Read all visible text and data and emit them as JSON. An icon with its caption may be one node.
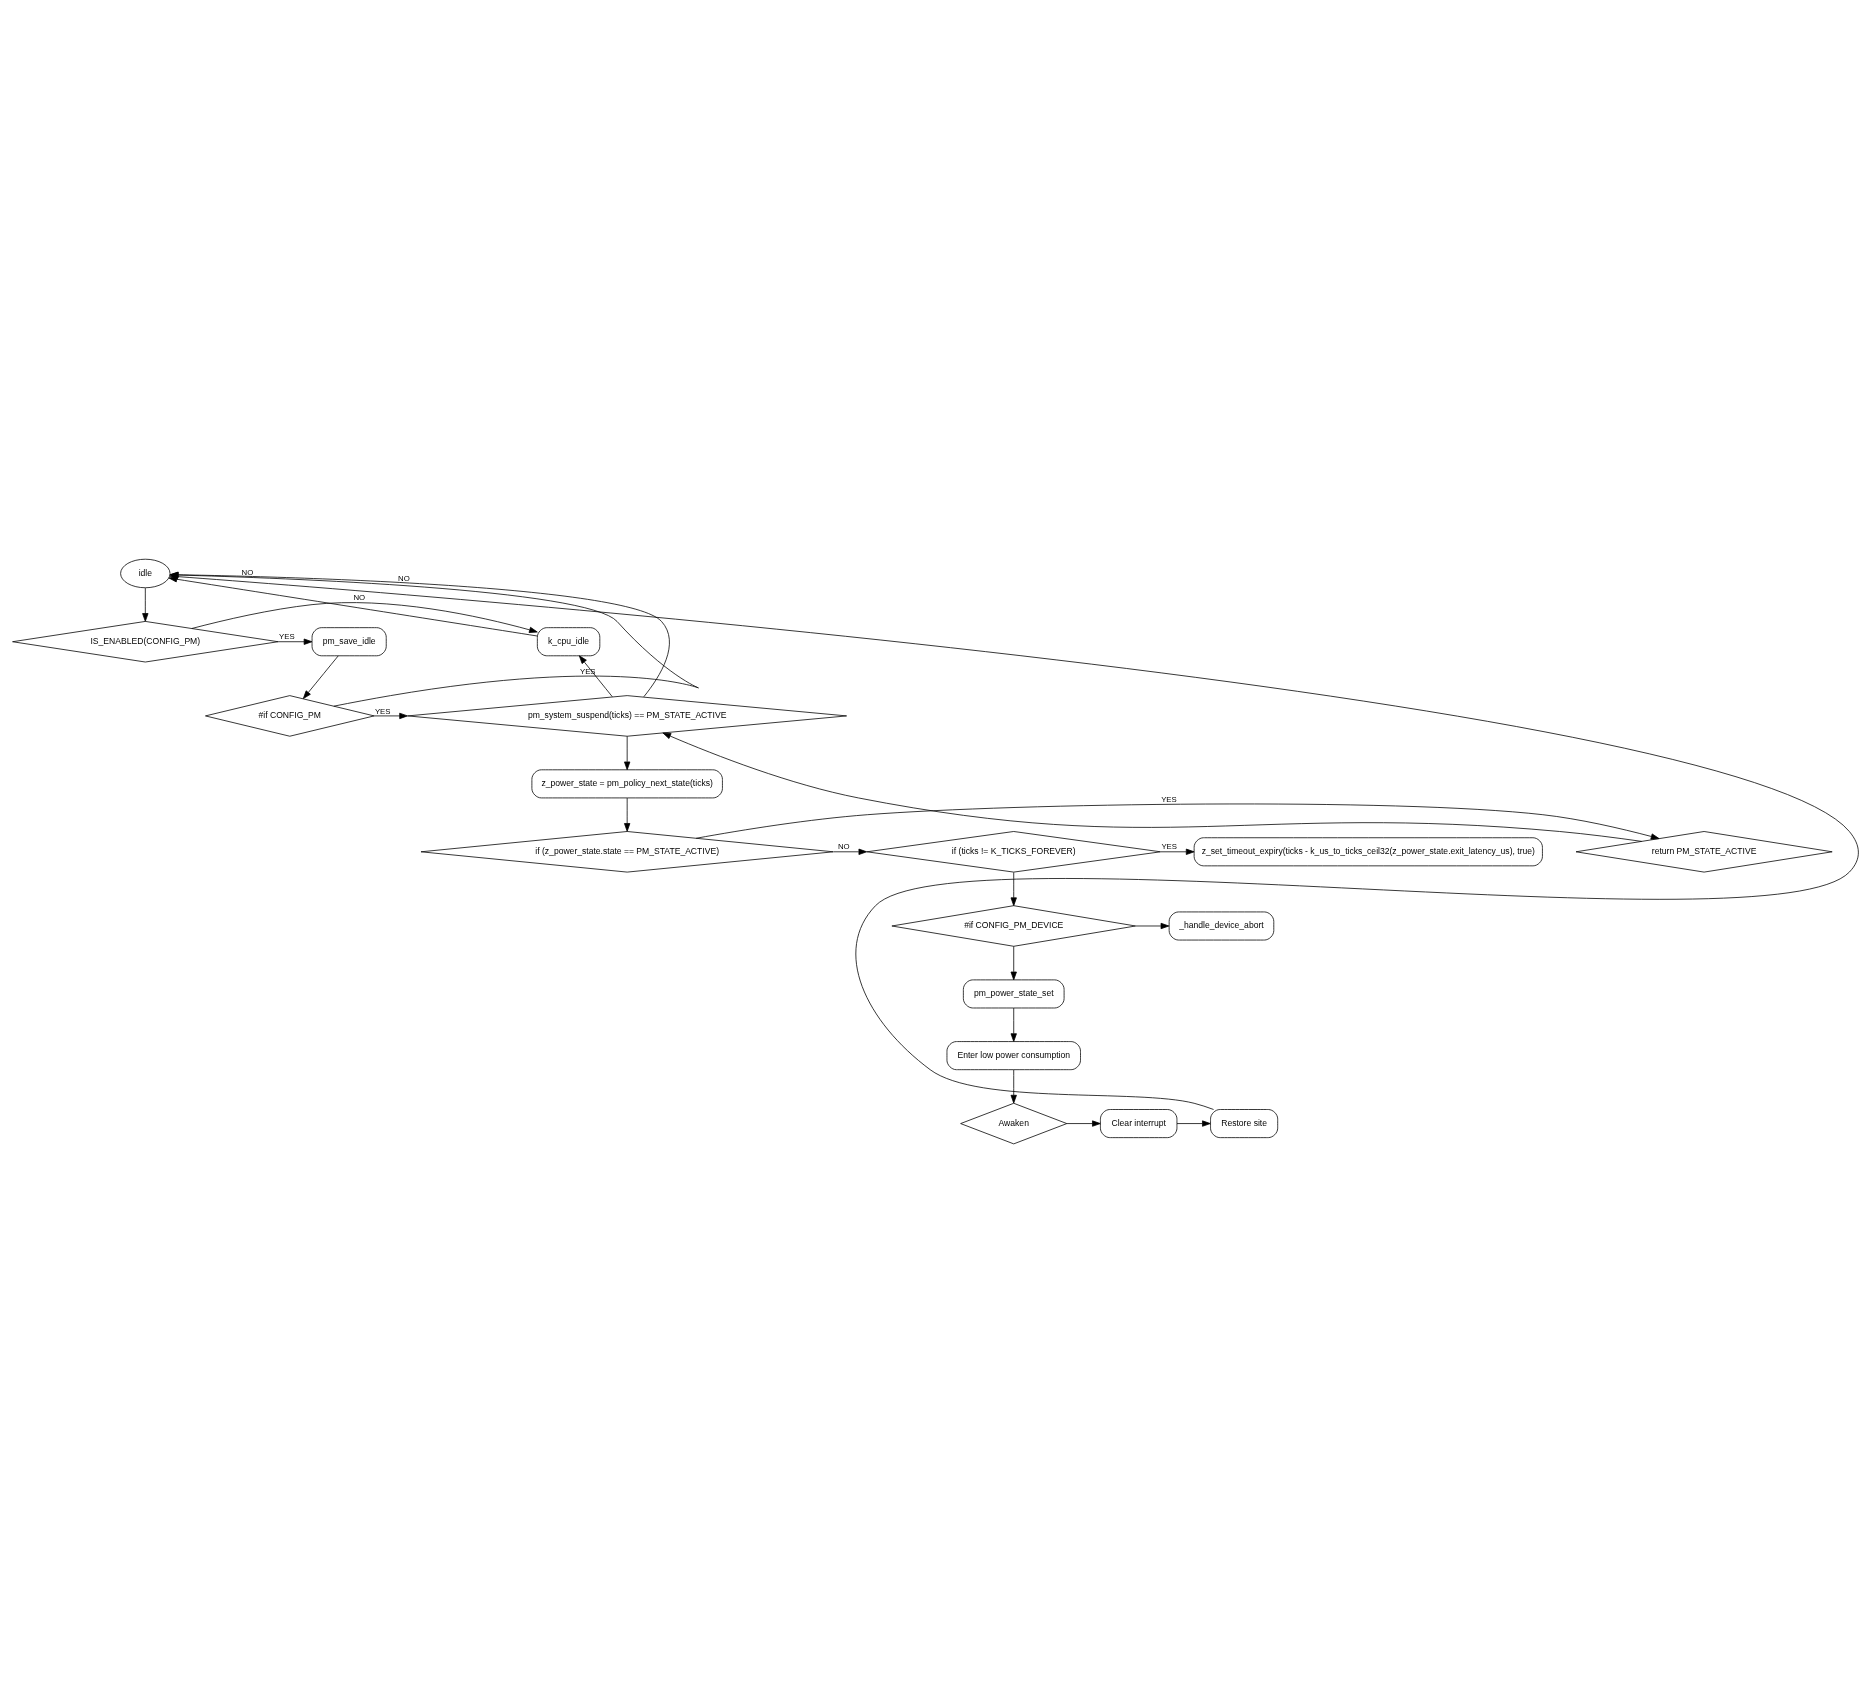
{
  "diagram": {
    "nodes": [
      {
        "text": [
          "idle"
        ]
      },
      {
        "text": [
          "IS_ENABLED(CONFIG_PM)"
        ]
      },
      {
        "text": [
          "pm_save_idle"
        ]
      },
      {
        "text": [
          "k_cpu_idle"
        ]
      },
      {
        "text": [
          "#if CONFIG_PM"
        ]
      },
      {
        "text": [
          "pm_system_suspend(ticks) == PM_STATE_ACTIVE"
        ]
      },
      {
        "text": [
          "z_power_state = pm_policy_next_state(ticks)"
        ]
      },
      {
        "text": [
          "return PM_STATE_ACTIVE"
        ]
      },
      {
        "text": [
          "if (z_power_state.state == PM_STATE_ACTIVE)"
        ]
      },
      {
        "text": [
          "if (ticks != K_TICKS_FOREVER)"
        ]
      },
      {
        "text": [
          "z_set_timeout_expiry(ticks - k_us_to_ticks_ceil32(z_power_state.exit_latency_us), true)"
        ]
      },
      {
        "text": [
          "#if CONFIG_PM_DEVICE"
        ]
      },
      {
        "text": [
          "_handle_device_abort"
        ]
      },
      {
        "text": [
          "pm_power_state_set"
        ]
      },
      {
        "text": [
          "Enter low power consumption"
        ]
      },
      {
        "text": [
          "Awaken"
        ]
      },
      {
        "text": [
          "Clear interrupt"
        ]
      },
      {
        "text": [
          "Restore site"
        ]
      }
    ],
    "edges": [
      {
        "from": 0,
        "to": 1,
        "arrow": "to"
      },
      {
        "from": 1,
        "to": 2,
        "arrow": "to",
        "label": "YES"
      },
      {
        "from": 1,
        "to": 3,
        "arrow": "to",
        "label": "NO"
      },
      {
        "from": 3,
        "to": 0,
        "arrow": "to"
      },
      {
        "from": 2,
        "to": 4,
        "arrow": "to"
      },
      {
        "from": 4,
        "to": 0,
        "arrow": "to",
        "label": "NO"
      },
      {
        "from": 4,
        "to": 5,
        "arrow": "to",
        "label": "YES"
      },
      {
        "from": 5,
        "to": 3,
        "arrow": "to",
        "label": "YES"
      },
      {
        "from": 5,
        "to": 0,
        "arrow": "to",
        "label": "NO"
      },
      {
        "from": 5,
        "to": 6,
        "arrow": "to"
      },
      {
        "from": 6,
        "to": 8,
        "arrow": "to"
      },
      {
        "from": 8,
        "to": 7,
        "arrow": "to",
        "label": "YES"
      },
      {
        "from": 7,
        "to": 5,
        "arrow": "to"
      },
      {
        "from": 8,
        "to": 9,
        "arrow": "to",
        "label": "NO"
      },
      {
        "from": 9,
        "to": 10,
        "arrow": "to",
        "label": "YES"
      },
      {
        "from": 9,
        "to": 11,
        "arrow": "to"
      },
      {
        "from": 11,
        "to": 12,
        "arrow": "to"
      },
      {
        "from": 11,
        "to": 13,
        "arrow": "to"
      },
      {
        "from": 13,
        "to": 14,
        "arrow": "to"
      },
      {
        "from": 14,
        "to": 15,
        "arrow": "to"
      },
      {
        "from": 15,
        "to": 16,
        "arrow": "to"
      },
      {
        "from": 16,
        "to": 17,
        "arrow": "to"
      },
      {
        "from": 17,
        "to": 0,
        "arrow": "to"
      }
    ]
  }
}
